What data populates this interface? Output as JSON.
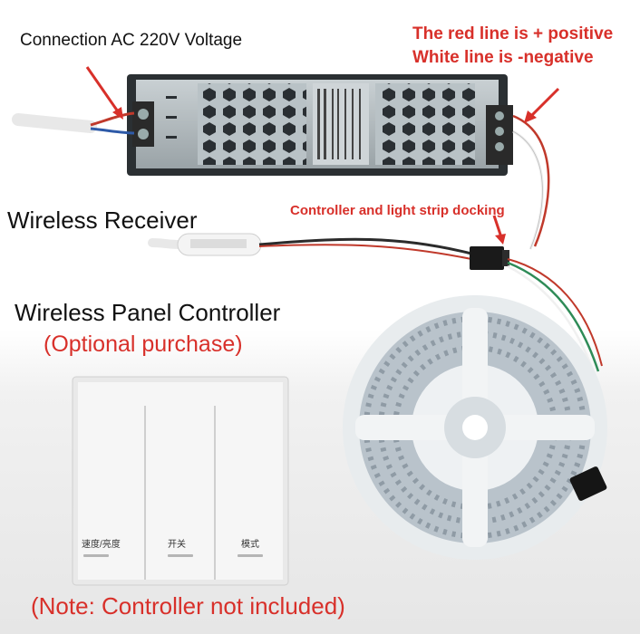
{
  "labels": {
    "connection_voltage": "Connection AC 220V Voltage",
    "red_line": "The red line is + positive",
    "white_line": "White line is -negative",
    "wireless_receiver": "Wireless Receiver",
    "controller_docking": "Controller and light strip docking",
    "wireless_panel": "Wireless Panel Controller",
    "optional_purchase": "(Optional purchase)",
    "note": "(Note: Controller not included)"
  },
  "panel_keys": [
    "速度/亮度",
    "开关",
    "模式"
  ],
  "colors": {
    "annotation_red": "#d8302a",
    "text_dark": "#111111"
  }
}
